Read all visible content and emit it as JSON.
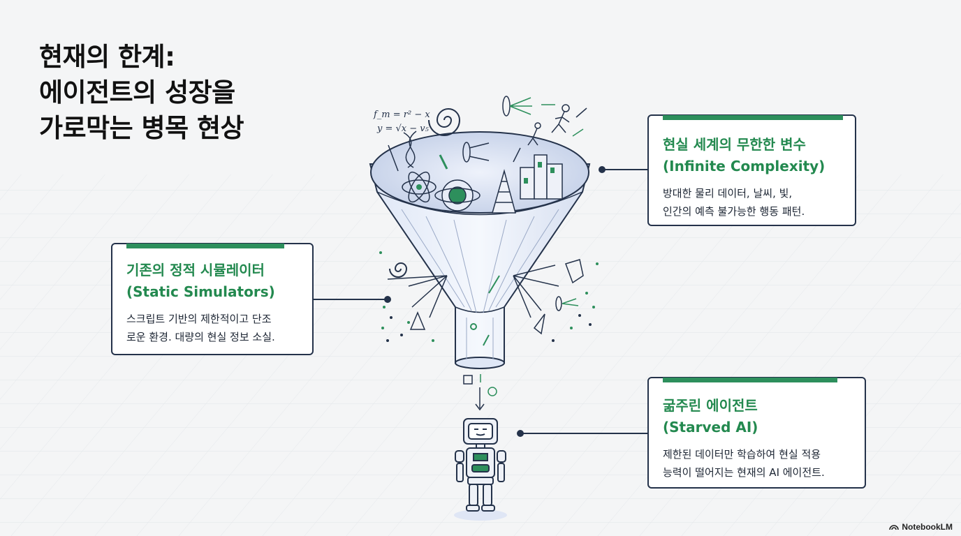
{
  "title": {
    "line1": "현재의 한계:",
    "line2": "에이전트의 성장을",
    "line3": "가로막는 병목 현상"
  },
  "cards": {
    "infinite": {
      "heading_ko": "현실 세계의 무한한 변수",
      "heading_en": "(Infinite Complexity)",
      "desc_line1": "방대한 물리 데이터, 날씨, 빛,",
      "desc_line2": "인간의 예측 불가능한 행동 패턴."
    },
    "static": {
      "heading_ko": "기존의 정적 시뮬레이터",
      "heading_en": "(Static Simulators)",
      "desc_line1": "스크립트 기반의 제한적이고 단조",
      "desc_line2": "로운 환경. 대량의 현실 정보 소실."
    },
    "starved": {
      "heading_ko": "굶주린 에이전트",
      "heading_en": "(Starved AI)",
      "desc_line1": "제한된 데이터만 학습하여 현실 적용",
      "desc_line2": "능력이 떨어지는 현재의 AI 에이전트."
    }
  },
  "funnel": {
    "formula_line1": "f_m = r² − x",
    "formula_line2": "y = √x − v₅"
  },
  "brand": "NotebookLM",
  "colors": {
    "accent": "#2d8f5c",
    "outline": "#24324a",
    "background": "#f4f5f6"
  }
}
